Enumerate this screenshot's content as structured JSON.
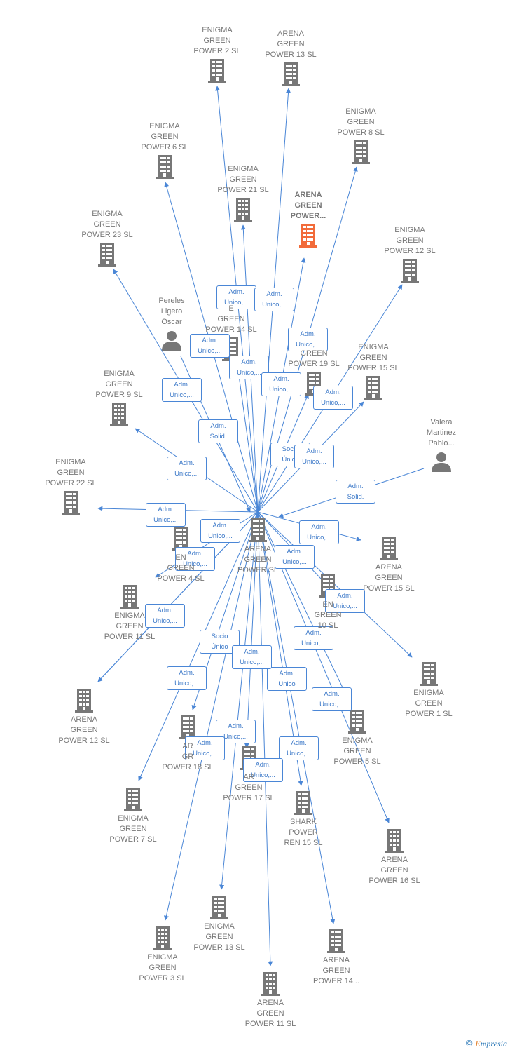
{
  "colors": {
    "edge": "#4a86d6",
    "company": "#777777",
    "highlight": "#f26b3a",
    "person": "#777777"
  },
  "nodes": [
    {
      "id": "center",
      "type": "company",
      "lines": [
        "ARENA",
        "GREEN",
        "POWER  SL"
      ],
      "label_above": false
    },
    {
      "id": "highlight",
      "type": "company",
      "highlight": true,
      "lines": [
        "ARENA",
        "GREEN",
        "POWER..."
      ],
      "label_above": true
    },
    {
      "id": "enigma2",
      "type": "company",
      "lines": [
        "ENIGMA",
        "GREEN",
        "POWER 2  SL"
      ],
      "label_above": true
    },
    {
      "id": "arena13",
      "type": "company",
      "lines": [
        "ARENA",
        "GREEN",
        "POWER 13  SL"
      ],
      "label_above": true
    },
    {
      "id": "enigma8",
      "type": "company",
      "lines": [
        "ENIGMA",
        "GREEN",
        "POWER 8  SL"
      ],
      "label_above": true
    },
    {
      "id": "enigma6",
      "type": "company",
      "lines": [
        "ENIGMA",
        "GREEN",
        "POWER 6  SL"
      ],
      "label_above": true
    },
    {
      "id": "enigma21",
      "type": "company",
      "lines": [
        "ENIGMA",
        "GREEN",
        "POWER 21  SL"
      ],
      "label_above": true
    },
    {
      "id": "enigma23",
      "type": "company",
      "lines": [
        "ENIGMA",
        "GREEN",
        "POWER 23  SL"
      ],
      "label_above": true
    },
    {
      "id": "enigma12",
      "type": "company",
      "lines": [
        "ENIGMA",
        "GREEN",
        "POWER 12  SL"
      ],
      "label_above": true
    },
    {
      "id": "pereles",
      "type": "person",
      "lines": [
        "Pereles",
        "Ligero",
        "Oscar"
      ],
      "label_above": true
    },
    {
      "id": "enigma14",
      "type": "company",
      "lines": [
        "E",
        "GREEN",
        "POWER 14  SL"
      ],
      "label_above": true
    },
    {
      "id": "enigma19",
      "type": "company",
      "lines": [
        "GREEN",
        "POWER 19  SL"
      ],
      "label_above": true
    },
    {
      "id": "enigma15",
      "type": "company",
      "lines": [
        "ENIGMA",
        "GREEN",
        "POWER 15  SL"
      ],
      "label_above": true
    },
    {
      "id": "enigma9",
      "type": "company",
      "lines": [
        "ENIGMA",
        "GREEN",
        "POWER 9  SL"
      ],
      "label_above": true
    },
    {
      "id": "valera",
      "type": "person",
      "lines": [
        "Valera",
        "Martinez",
        "Pablo..."
      ],
      "label_above": true
    },
    {
      "id": "enigma22",
      "type": "company",
      "lines": [
        "ENIGMA",
        "GREEN",
        "POWER 22  SL"
      ],
      "label_above": true
    },
    {
      "id": "enigma4",
      "type": "company",
      "lines": [
        "EN",
        "GREEN",
        "POWER 4  SL"
      ],
      "label_above": false
    },
    {
      "id": "arena15",
      "type": "company",
      "lines": [
        "ARENA",
        "GREEN",
        "POWER 15  SL"
      ],
      "label_above": false
    },
    {
      "id": "enigma10",
      "type": "company",
      "lines": [
        "EN",
        "GREEN",
        "10  SL"
      ],
      "label_above": false
    },
    {
      "id": "enigma11",
      "type": "company",
      "lines": [
        "ENIGMA",
        "GREEN",
        "POWER 11  SL"
      ],
      "label_above": false
    },
    {
      "id": "enigma1",
      "type": "company",
      "lines": [
        "ENIGMA",
        "GREEN",
        "POWER 1  SL"
      ],
      "label_above": false
    },
    {
      "id": "arena12",
      "type": "company",
      "lines": [
        "ARENA",
        "GREEN",
        "POWER 12  SL"
      ],
      "label_above": false
    },
    {
      "id": "arena18",
      "type": "company",
      "lines": [
        "AR",
        "GR",
        "POWER 18  SL"
      ],
      "label_above": false
    },
    {
      "id": "enigma5",
      "type": "company",
      "lines": [
        "ENIGMA",
        "GREEN",
        "POWER 5  SL"
      ],
      "label_above": false
    },
    {
      "id": "arena17",
      "type": "company",
      "lines": [
        "AR",
        "GREEN",
        "POWER 17  SL"
      ],
      "label_above": false
    },
    {
      "id": "shark15",
      "type": "company",
      "lines": [
        "SHARK",
        "POWER",
        "REN 15  SL"
      ],
      "label_above": false
    },
    {
      "id": "enigma7",
      "type": "company",
      "lines": [
        "ENIGMA",
        "GREEN",
        "POWER 7  SL"
      ],
      "label_above": false
    },
    {
      "id": "arena16",
      "type": "company",
      "lines": [
        "ARENA",
        "GREEN",
        "POWER 16  SL"
      ],
      "label_above": false
    },
    {
      "id": "enigma13",
      "type": "company",
      "lines": [
        "ENIGMA",
        "GREEN",
        "POWER 13  SL"
      ],
      "label_above": false
    },
    {
      "id": "enigma3",
      "type": "company",
      "lines": [
        "ENIGMA",
        "GREEN",
        "POWER 3  SL"
      ],
      "label_above": false
    },
    {
      "id": "arena14",
      "type": "company",
      "lines": [
        "ARENA",
        "GREEN",
        "POWER 14..."
      ],
      "label_above": false
    },
    {
      "id": "arena11",
      "type": "company",
      "lines": [
        "ARENA",
        "GREEN",
        "POWER 11  SL"
      ],
      "label_above": false
    }
  ],
  "edges": [
    {
      "from": "center",
      "to": "enigma2",
      "lines": [
        "Adm.",
        "Unico,..."
      ]
    },
    {
      "from": "center",
      "to": "arena13",
      "lines": [
        "Adm.",
        "Unico,..."
      ]
    },
    {
      "from": "center",
      "to": "enigma8",
      "lines": [
        "Adm.",
        "Unico,..."
      ]
    },
    {
      "from": "center",
      "to": "enigma6",
      "lines": [
        "Adm.",
        "Unico,..."
      ]
    },
    {
      "from": "center",
      "to": "enigma21",
      "lines": [
        "Adm.",
        "Unico,..."
      ]
    },
    {
      "from": "center",
      "to": "enigma23",
      "lines": [
        "Adm.",
        "Unico,..."
      ]
    },
    {
      "from": "center",
      "to": "enigma12",
      "lines": [
        "Adm.",
        "Unico,..."
      ]
    },
    {
      "from": "center",
      "to": "highlight",
      "lines": [
        "Adm.",
        "Unico,..."
      ]
    },
    {
      "from": "pereles",
      "to": "center",
      "lines": [
        "Adm.",
        "Solid."
      ]
    },
    {
      "from": "center",
      "to": "enigma14",
      "lines": [
        "Adm.",
        "Unico,..."
      ]
    },
    {
      "from": "center",
      "to": "enigma19",
      "lines": [
        "Socio",
        "Único"
      ]
    },
    {
      "from": "center",
      "to": "enigma15",
      "lines": [
        "Adm.",
        "Unico,..."
      ]
    },
    {
      "from": "center",
      "to": "enigma9",
      "lines": [
        "Adm.",
        "Unico,..."
      ]
    },
    {
      "from": "valera",
      "to": "center",
      "lines": [
        "Adm.",
        "Solid."
      ]
    },
    {
      "from": "center",
      "to": "enigma22",
      "lines": [
        "Adm.",
        "Unico,..."
      ]
    },
    {
      "from": "center",
      "to": "enigma4",
      "lines": [
        "Adm.",
        "Unico,..."
      ]
    },
    {
      "from": "center",
      "to": "arena15",
      "lines": [
        "Adm.",
        "Unico,..."
      ]
    },
    {
      "from": "center",
      "to": "enigma10",
      "lines": [
        "Adm.",
        "Unico,..."
      ]
    },
    {
      "from": "center",
      "to": "enigma11",
      "lines": [
        "Adm.",
        "Unico,..."
      ]
    },
    {
      "from": "center",
      "to": "enigma1",
      "lines": [
        "Adm.",
        "Unico,..."
      ]
    },
    {
      "from": "center",
      "to": "arena12",
      "lines": [
        "Adm.",
        "Unico,..."
      ]
    },
    {
      "from": "center",
      "to": "arena18",
      "lines": [
        "Socio",
        "Único"
      ]
    },
    {
      "from": "center",
      "to": "enigma5",
      "lines": [
        "Adm.",
        "Unico,..."
      ]
    },
    {
      "from": "center",
      "to": "arena17",
      "lines": [
        "Adm.",
        "Unico,..."
      ]
    },
    {
      "from": "center",
      "to": "shark15",
      "lines": [
        "Adm.",
        "Unico"
      ]
    },
    {
      "from": "center",
      "to": "enigma7",
      "lines": [
        "Adm.",
        "Unico,..."
      ]
    },
    {
      "from": "center",
      "to": "arena16",
      "lines": [
        "Adm.",
        "Unico,..."
      ]
    },
    {
      "from": "center",
      "to": "enigma13",
      "lines": [
        "Adm.",
        "Unico,..."
      ]
    },
    {
      "from": "center",
      "to": "enigma3",
      "lines": [
        "Adm.",
        "Unico,..."
      ]
    },
    {
      "from": "center",
      "to": "arena14",
      "lines": [
        "Adm.",
        "Unico,..."
      ]
    },
    {
      "from": "center",
      "to": "arena11",
      "lines": [
        "Adm.",
        "Unico,..."
      ]
    }
  ],
  "footer": {
    "copyright": "©",
    "brand_first": "E",
    "brand_rest": "mpresia"
  }
}
